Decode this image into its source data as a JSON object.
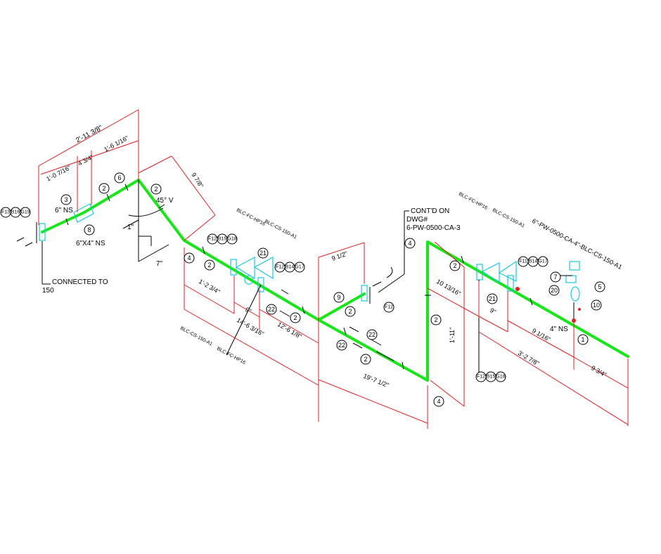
{
  "dimensions": {
    "d1": "2'-11 3/8\"",
    "d2": "1'-0 7/16\"",
    "d3": "4 3/4\"",
    "d4": "1'-6 1/16\"",
    "d5": "9 7/8\"",
    "d6": "1'-2 3/4\"",
    "d7": "9\"",
    "d8": "14'-6 3/16\"",
    "d9": "12'-6 1/8\"",
    "d10": "9 1/2\"",
    "d11": "19'-7 1/2\"",
    "d12": "10 13/16\"",
    "d13": "9\"",
    "d14": "1'-11\"",
    "d15": "9 1/16\"",
    "d16": "3'-2 7/8\"",
    "d17": "9 3/4\"",
    "d18": "7\"",
    "d19": "1\""
  },
  "labels": {
    "ns6": "6\" NS",
    "reducer": "6\"X4\" NS",
    "ns4": "4\" NS",
    "angle": "45° V",
    "connected1": "CONNECTED TO",
    "connected2": "150",
    "contd1": "CONT'D ON",
    "contd2": "DWG#",
    "contd3": "6-PW-0500-CA-3",
    "spec1": "BLC-FC-HP16",
    "spec2": "BLC-CS-150-A1",
    "spec3": "BLC-CS-150-A1",
    "spec4": "BLC-FC-HP16",
    "spec5": "BLC-FC-HP16",
    "spec6": "BLC-CS-150-A1",
    "line_id": "6\"-PW-0500-CA-4\"-BLC-CS-150-A1"
  },
  "bubbles": [
    {
      "id": "b1",
      "text": "F13"
    },
    {
      "id": "b2",
      "text": "B16"
    },
    {
      "id": "b3",
      "text": "G19"
    },
    {
      "id": "b4",
      "text": "3"
    },
    {
      "id": "b5",
      "text": "2"
    },
    {
      "id": "b6",
      "text": "8"
    },
    {
      "id": "b7",
      "text": "6"
    },
    {
      "id": "b8",
      "text": "2"
    },
    {
      "id": "b9",
      "text": "4"
    },
    {
      "id": "b10",
      "text": "2"
    },
    {
      "id": "b11",
      "text": "F12"
    },
    {
      "id": "b12",
      "text": "B15"
    },
    {
      "id": "b13",
      "text": "G18"
    },
    {
      "id": "b14",
      "text": "21"
    },
    {
      "id": "b15",
      "text": "F12"
    },
    {
      "id": "b16",
      "text": "B14"
    },
    {
      "id": "b17",
      "text": "G17"
    },
    {
      "id": "b18",
      "text": "22"
    },
    {
      "id": "b19",
      "text": "2"
    },
    {
      "id": "b20",
      "text": "9"
    },
    {
      "id": "b21",
      "text": "2"
    },
    {
      "id": "b22",
      "text": "F12"
    },
    {
      "id": "b23",
      "text": "22"
    },
    {
      "id": "b24",
      "text": "22"
    },
    {
      "id": "b25",
      "text": "2"
    },
    {
      "id": "b26",
      "text": "4"
    },
    {
      "id": "b27",
      "text": "2"
    },
    {
      "id": "b28",
      "text": "2"
    },
    {
      "id": "b29",
      "text": "4"
    },
    {
      "id": "b30",
      "text": "21"
    },
    {
      "id": "b31",
      "text": "F11"
    },
    {
      "id": "b32",
      "text": "B14"
    },
    {
      "id": "b33",
      "text": "G17"
    },
    {
      "id": "b34",
      "text": "7"
    },
    {
      "id": "b35",
      "text": "20"
    },
    {
      "id": "b36",
      "text": "5"
    },
    {
      "id": "b37",
      "text": "10"
    },
    {
      "id": "b38",
      "text": "1"
    },
    {
      "id": "b39",
      "text": "F12"
    },
    {
      "id": "b40",
      "text": "B15"
    },
    {
      "id": "b41",
      "text": "G18"
    }
  ]
}
